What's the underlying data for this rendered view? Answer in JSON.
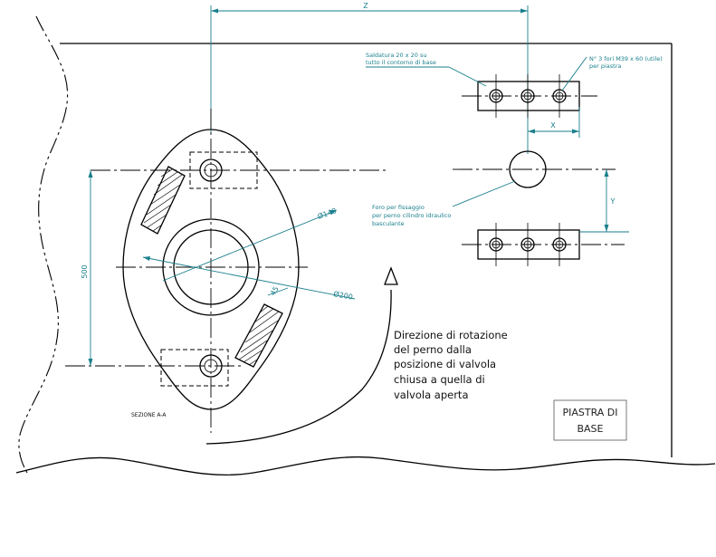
{
  "dimensions": {
    "z": "Z",
    "x": "X",
    "y": "Y",
    "vertical": "500",
    "dia_large": "Ø140",
    "dia_bolt": "Ø200",
    "small_angle": "45"
  },
  "notes": {
    "weld_line1": "Saldatura 20 x 20 su",
    "weld_line2": "tutto il contorno di base",
    "holes_line1": "N° 3 fori M39 x 60 (utile)",
    "holes_line2": "per piastra",
    "pin_line1": "Foro per fissaggio",
    "pin_line2": "per perno cilindro idraulico",
    "pin_line3": "basculante"
  },
  "rotation_text": [
    "Direzione di rotazione",
    "del perno dalla",
    "posizione di valvola",
    "chiusa a quella di",
    "valvola aperta"
  ],
  "section_label": "SEZIONE A-A",
  "title_block": {
    "line1": "PIASTRA DI",
    "line2": "BASE"
  },
  "colors": {
    "ink": "#000000",
    "dimension": "#1a7f8c",
    "paper": "#ffffff"
  }
}
